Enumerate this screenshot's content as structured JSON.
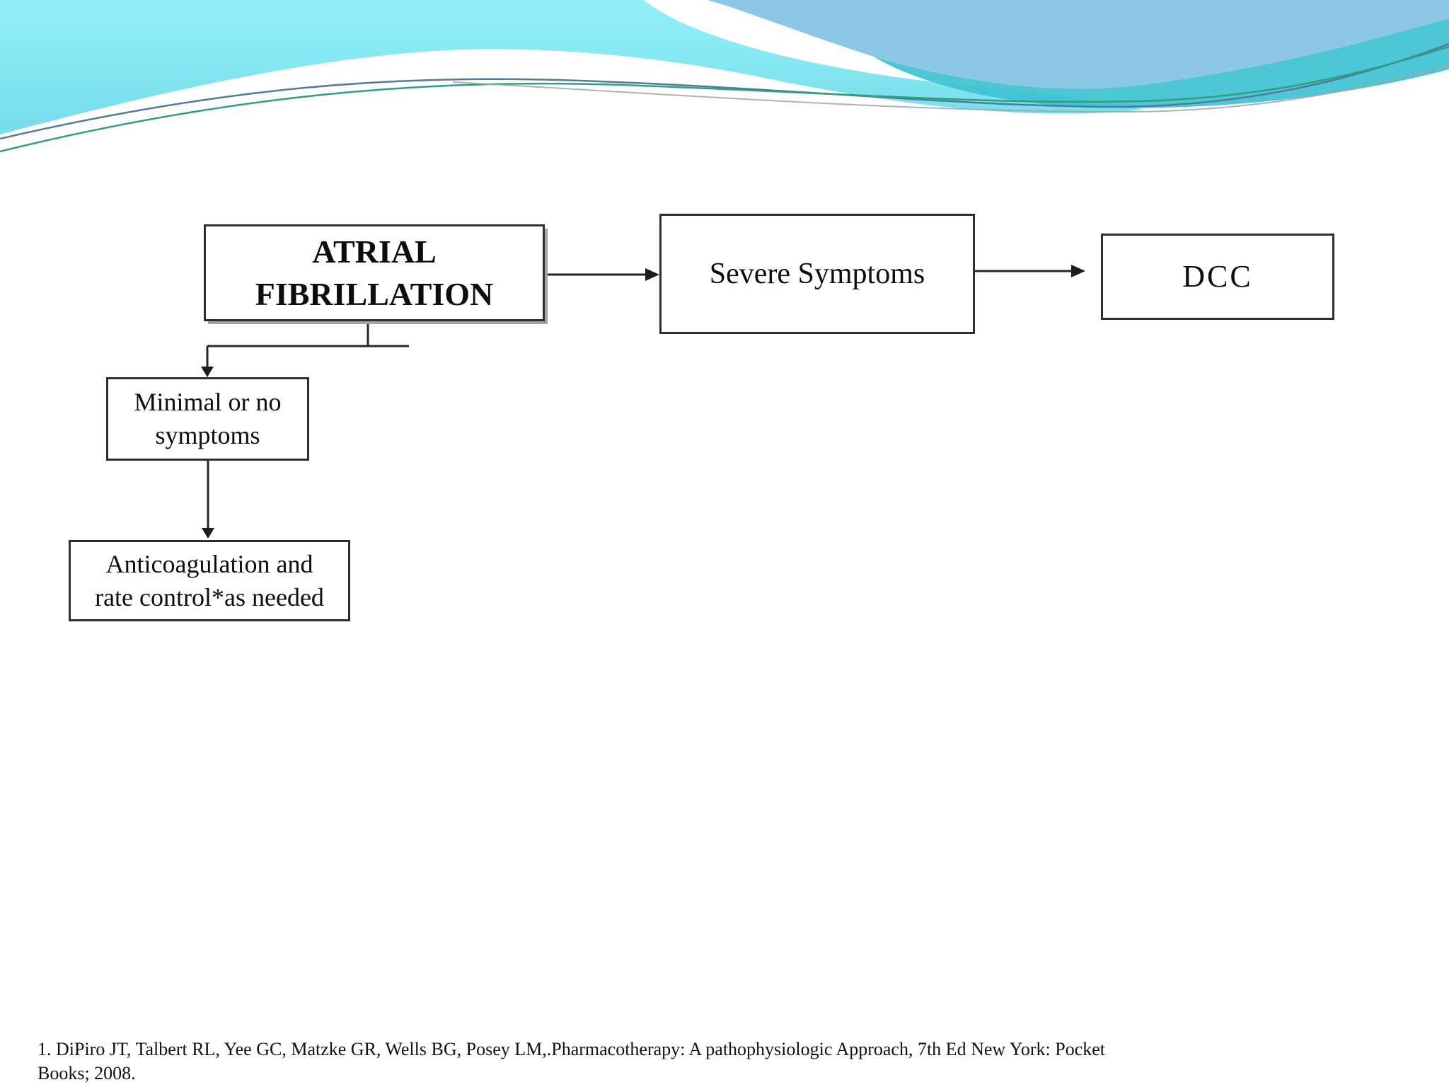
{
  "header": {
    "colors": {
      "cyan_top": "#93F1F8",
      "cyan_bottom": "#74DCEA",
      "blue": "#8CC8E6",
      "teal": "#3EC1D1",
      "line_slate": "#55789E",
      "line_green": "#2FA07C",
      "line_gray": "#9AA7B0"
    }
  },
  "flowchart": {
    "nodes": {
      "atrial_fibrillation": {
        "label": "ATRIAL\nFIBRILLATION"
      },
      "severe_symptoms": {
        "label": "Severe Symptoms"
      },
      "dcc": {
        "label": "DCC"
      },
      "minimal_symptoms": {
        "label": "Minimal or no\nsymptoms"
      },
      "anticoagulation": {
        "label": "Anticoagulation and\nrate control*as needed"
      }
    },
    "connector_color": "#262626"
  },
  "citation": {
    "line1": "1. DiPiro JT, Talbert RL, Yee GC, Matzke GR, Wells BG, Posey LM,.Pharmacotherapy: A pathophysiologic Approach, 7th Ed New York: Pocket",
    "line2": "Books; 2008."
  }
}
